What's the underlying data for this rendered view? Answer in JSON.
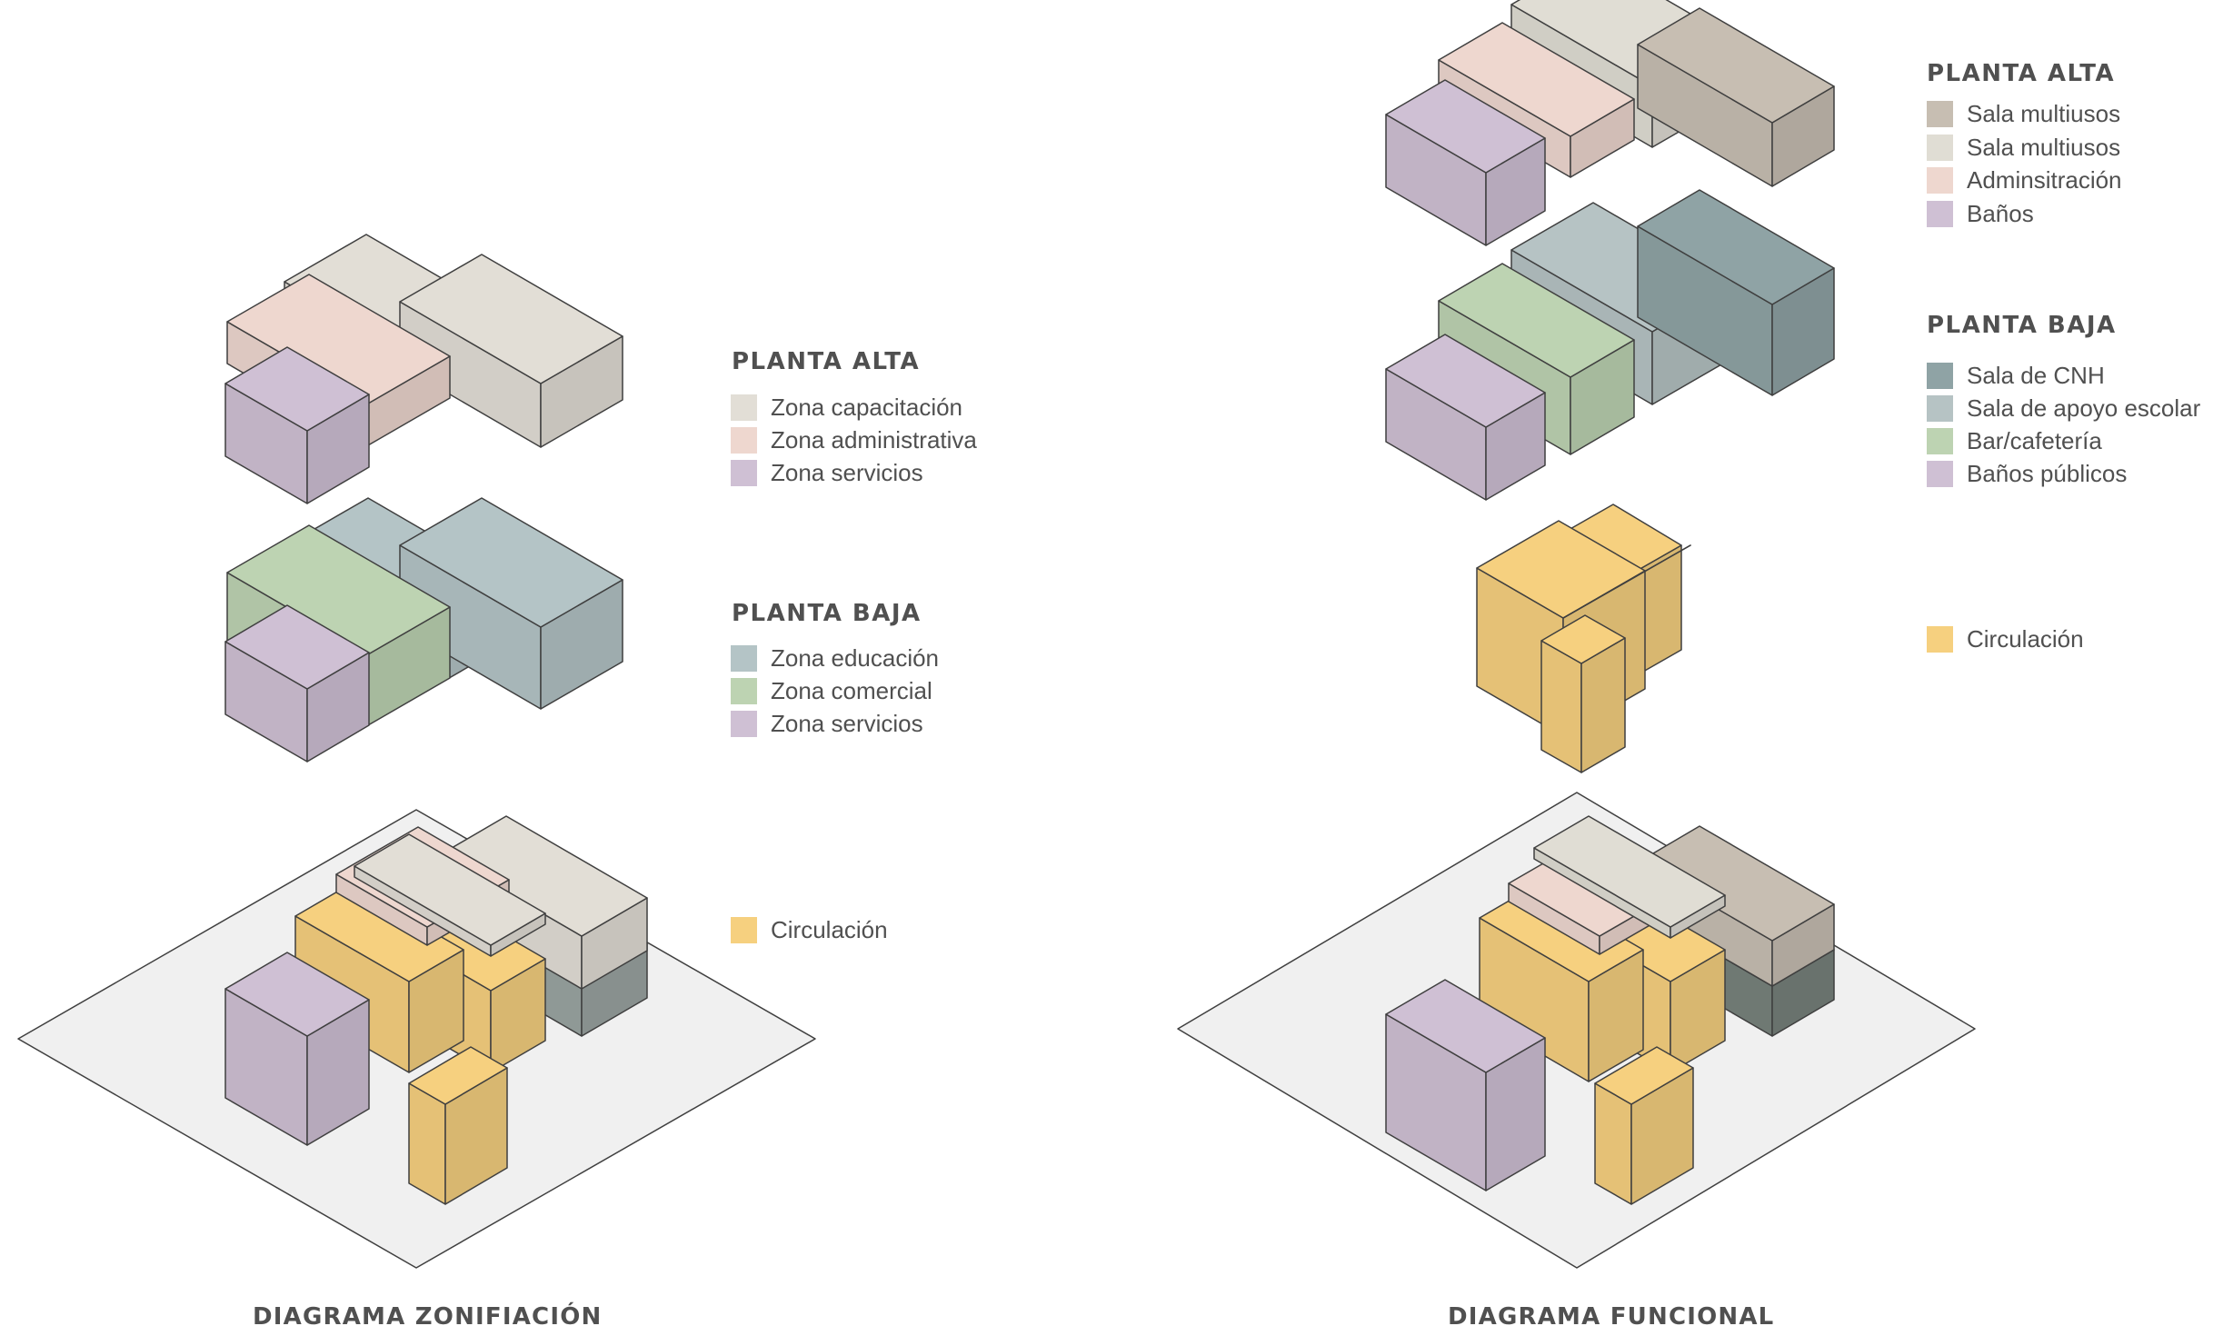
{
  "colors": {
    "capacitacion": "#e2ded6",
    "administrativa": "#eed7cf",
    "servicios": "#cfc0d4",
    "educacion": "#b4c4c6",
    "comercial": "#bdd3b2",
    "circulacion": "#f6d07f",
    "sala_multiusos_dark": "#c7beb2",
    "sala_multiusos_light": "#e0ddd4",
    "sala_cnh": "#8fa3a5",
    "sala_apoyo": "#b6c3c4",
    "base_plane": "#f0f0f0",
    "gray_dark": "#9aa4a1",
    "gray_darker": "#77827c",
    "edge": "#3f3f3f",
    "text": "#505050"
  },
  "left_diagram": {
    "caption": "DIAGRAMA ZONIFIACIÓN",
    "planta_alta": {
      "title": "PLANTA ALTA",
      "items": [
        {
          "label": "Zona capacitación",
          "color": "#e2ded6"
        },
        {
          "label": "Zona administrativa",
          "color": "#eed7cf"
        },
        {
          "label": "Zona servicios",
          "color": "#cfc0d4"
        }
      ]
    },
    "planta_baja": {
      "title": "PLANTA BAJA",
      "items": [
        {
          "label": "Zona educación",
          "color": "#b4c4c6"
        },
        {
          "label": "Zona comercial",
          "color": "#bdd3b2"
        },
        {
          "label": "Zona servicios",
          "color": "#cfc0d4"
        }
      ]
    },
    "circulacion": {
      "label": "Circulación",
      "color": "#f6d07f"
    }
  },
  "right_diagram": {
    "caption": "DIAGRAMA FUNCIONAL",
    "planta_alta": {
      "title": "PLANTA ALTA",
      "items": [
        {
          "label": "Sala multiusos",
          "color": "#c7beb2"
        },
        {
          "label": "Sala multiusos",
          "color": "#e0ddd4"
        },
        {
          "label": "Adminsitración",
          "color": "#eed7cf"
        },
        {
          "label": "Baños",
          "color": "#cfc0d4"
        }
      ]
    },
    "planta_baja": {
      "title": "PLANTA BAJA",
      "items": [
        {
          "label": "Sala de CNH",
          "color": "#8fa3a5"
        },
        {
          "label": "Sala de apoyo escolar",
          "color": "#b6c3c4"
        },
        {
          "label": "Bar/cafetería",
          "color": "#bdd3b2"
        },
        {
          "label": "Baños públicos",
          "color": "#cfc0d4"
        }
      ]
    },
    "circulacion": {
      "label": "Circulación",
      "color": "#f6d07f"
    }
  }
}
